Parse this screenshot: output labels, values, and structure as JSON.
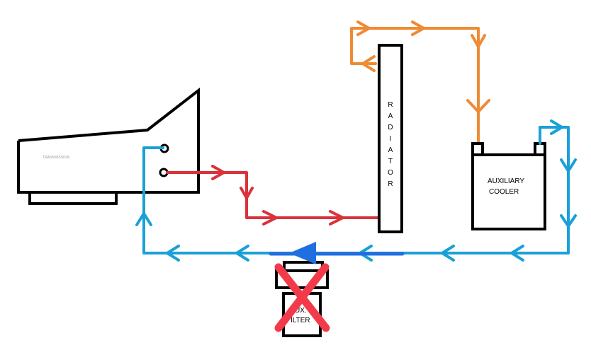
{
  "colors": {
    "outline": "#000000",
    "hot_line": "#d9323b",
    "cold_line": "#1aa0d8",
    "radiator_return_line": "#ef8a35",
    "highlight_arrow": "#1f6fe0",
    "cross_mark": "#f23b4a"
  },
  "transmission": {
    "faint_label": "TRANSMISSION"
  },
  "radiator": {
    "letters": [
      "R",
      "A",
      "D",
      "I",
      "A",
      "T",
      "O",
      "R"
    ]
  },
  "auxiliary_cooler": {
    "line1": "AUXILIARY",
    "line2": "COOLER"
  },
  "filter": {
    "line1": "UX.",
    "line2": "ILTER",
    "status_icon": "red-x-icon"
  }
}
